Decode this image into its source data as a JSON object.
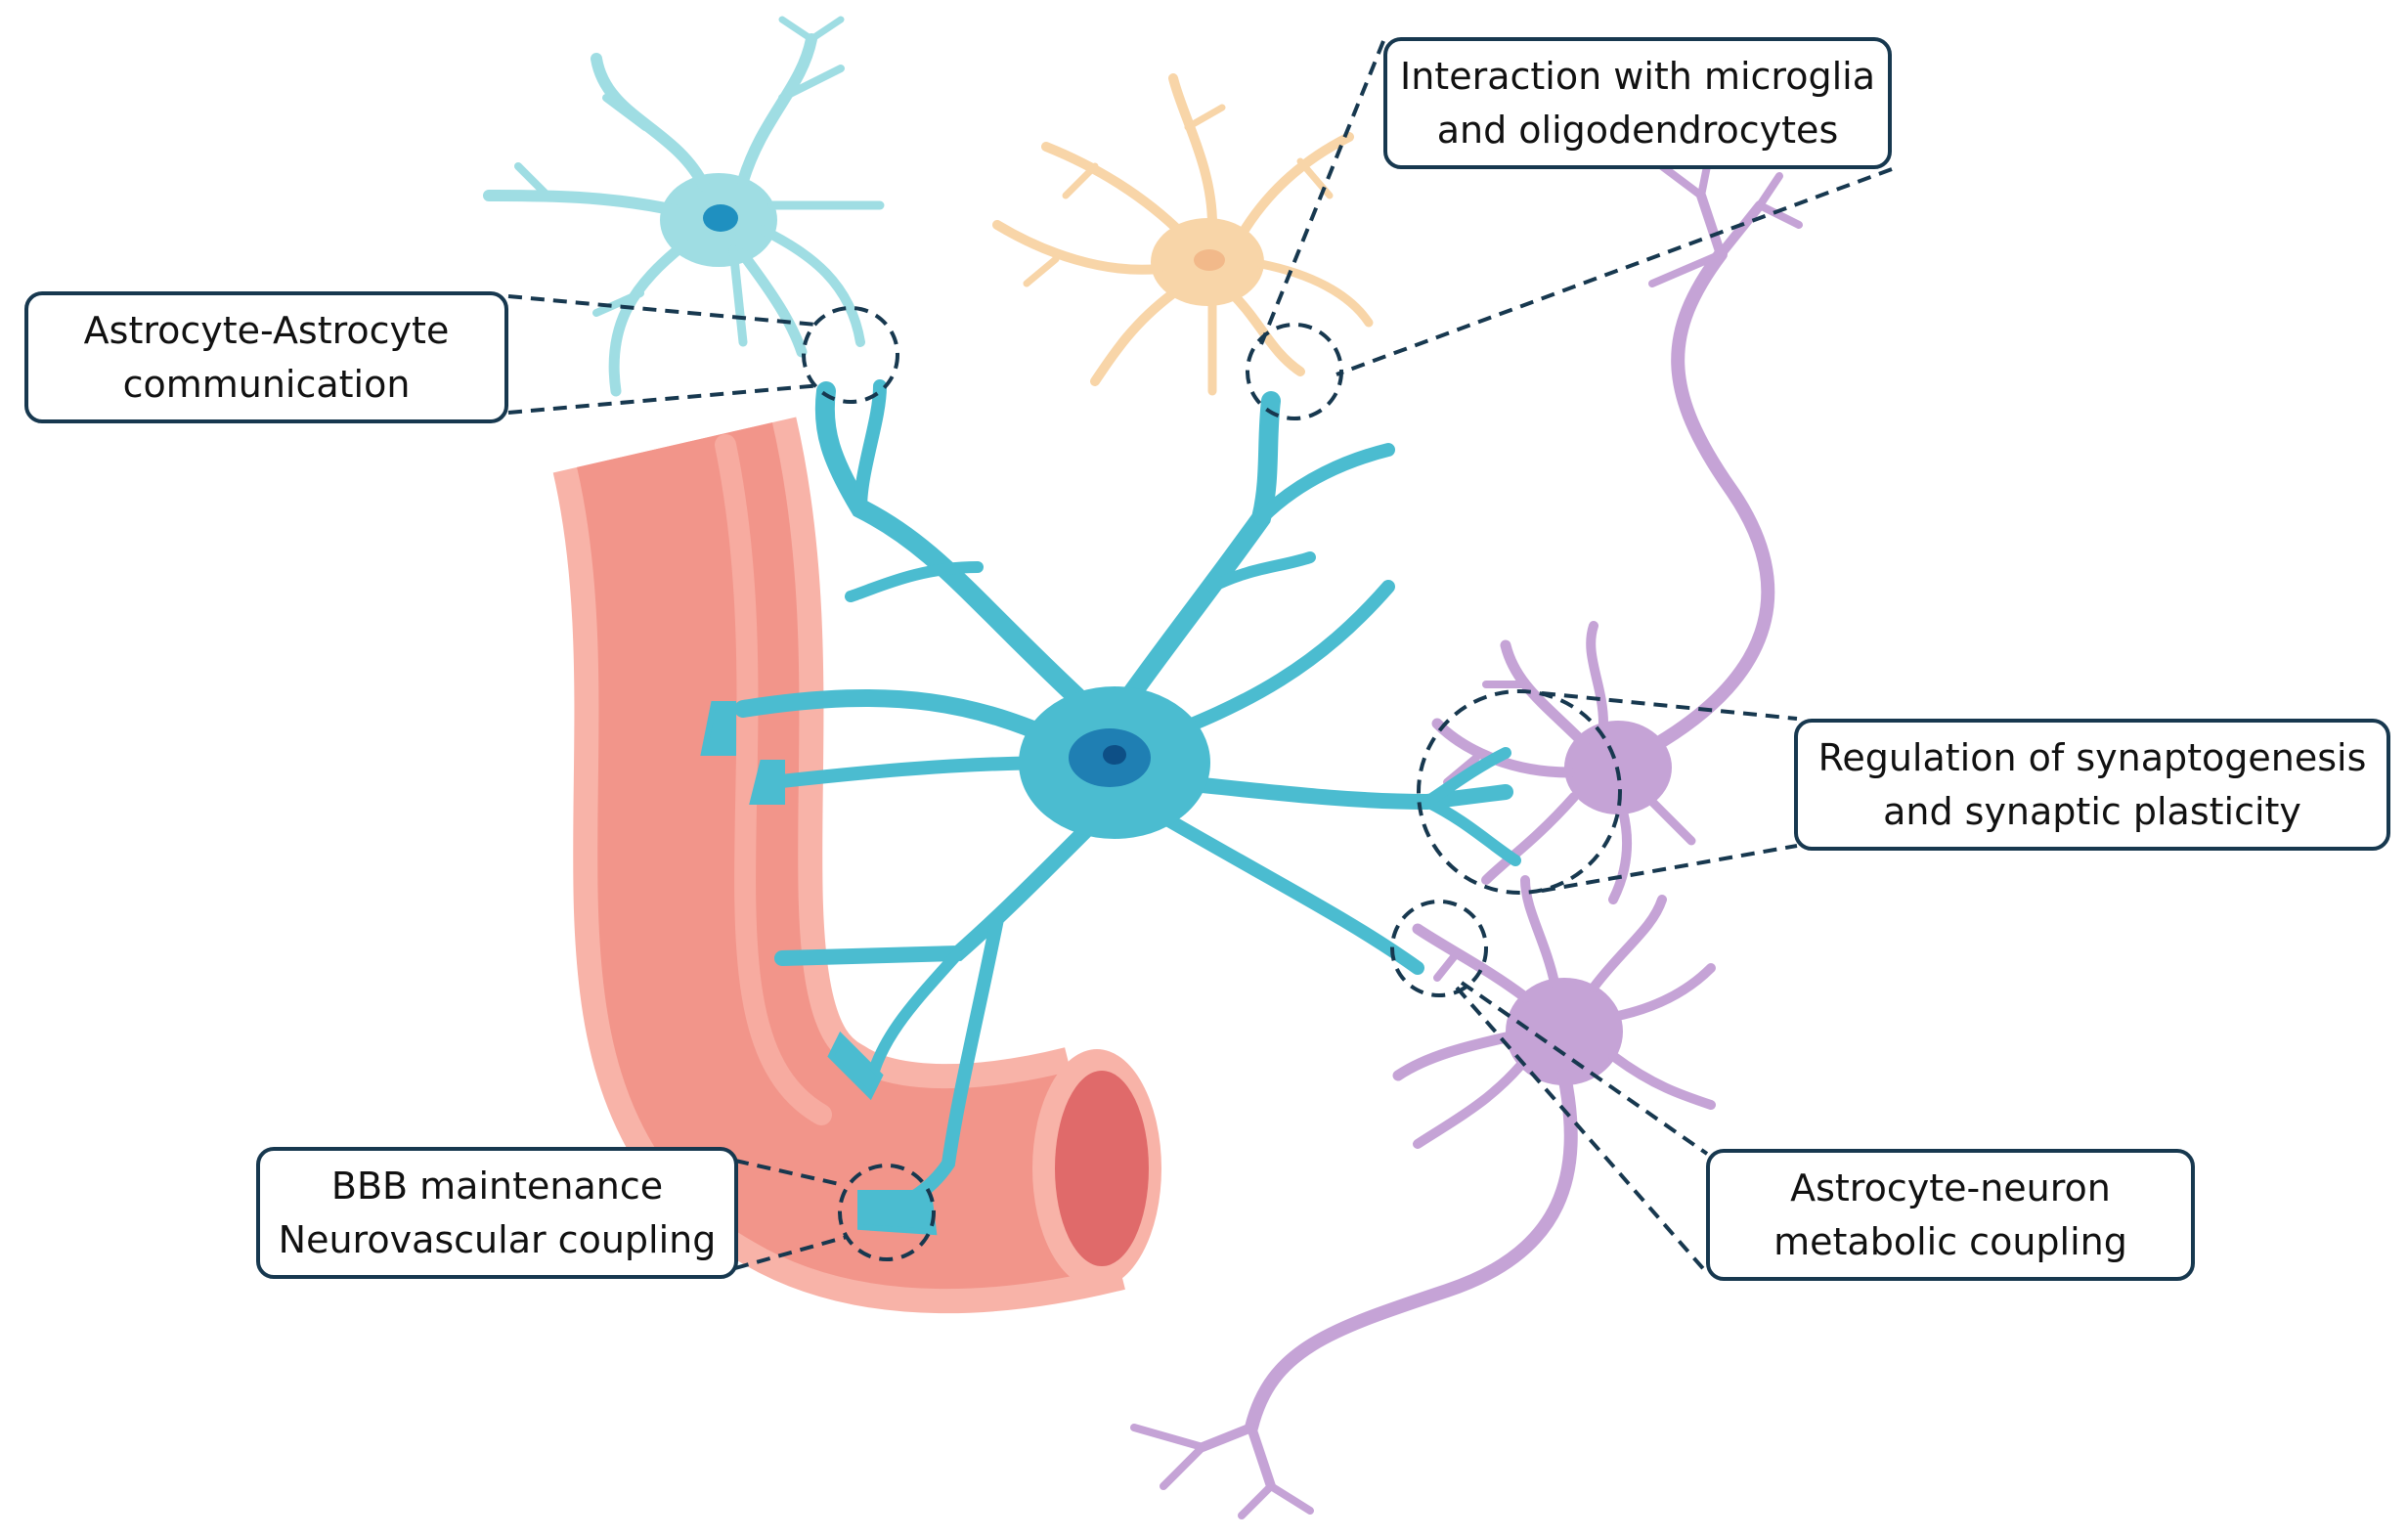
{
  "callouts": {
    "astrocyte_astrocyte": {
      "line1": "Astrocyte-Astrocyte",
      "line2": "communication"
    },
    "microglia": {
      "line1": "Interaction with microglia",
      "line2": "and oligodendrocytes"
    },
    "synaptogenesis": {
      "line1": "Regulation of synaptogenesis",
      "line2": "and synaptic plasticity"
    },
    "metabolic": {
      "line1": "Astrocyte-neuron",
      "line2": "metabolic coupling"
    },
    "bbb": {
      "line1": "BBB maintenance",
      "line2": "Neurovascular coupling"
    }
  },
  "colors": {
    "astrocyte": "#4bbcd0",
    "astrocyte_small": "#9fdde3",
    "nucleus": "#1f7fb3",
    "microglia": "#f8d5a8",
    "neuron": "#c5a3d6",
    "vessel": "#f2958a",
    "vessel_lumen": "#e06a6a",
    "callout_border": "#17384f"
  }
}
